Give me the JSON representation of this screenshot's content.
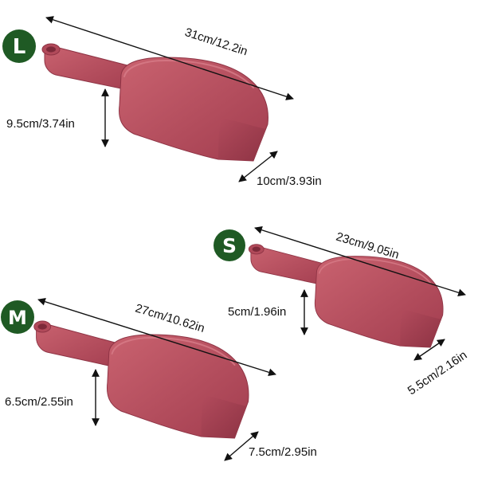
{
  "colors": {
    "scoop": "#b14a5a",
    "scoop_dark": "#8e3344",
    "scoop_light": "#c9626f",
    "badge": "#1f5a24",
    "badge_text": "#ffffff",
    "arrow": "#111111"
  },
  "scoops": {
    "large": {
      "badge": "L",
      "length": "31cm/12.2in",
      "height": "9.5cm/3.74in",
      "width": "10cm/3.93in"
    },
    "small": {
      "badge": "S",
      "length": "23cm/9.05in",
      "height": "5cm/1.96in",
      "width": "5.5cm/2.16in"
    },
    "medium": {
      "badge": "M",
      "length": "27cm/10.62in",
      "height": "6.5cm/2.55in",
      "width": "7.5cm/2.95in"
    }
  }
}
